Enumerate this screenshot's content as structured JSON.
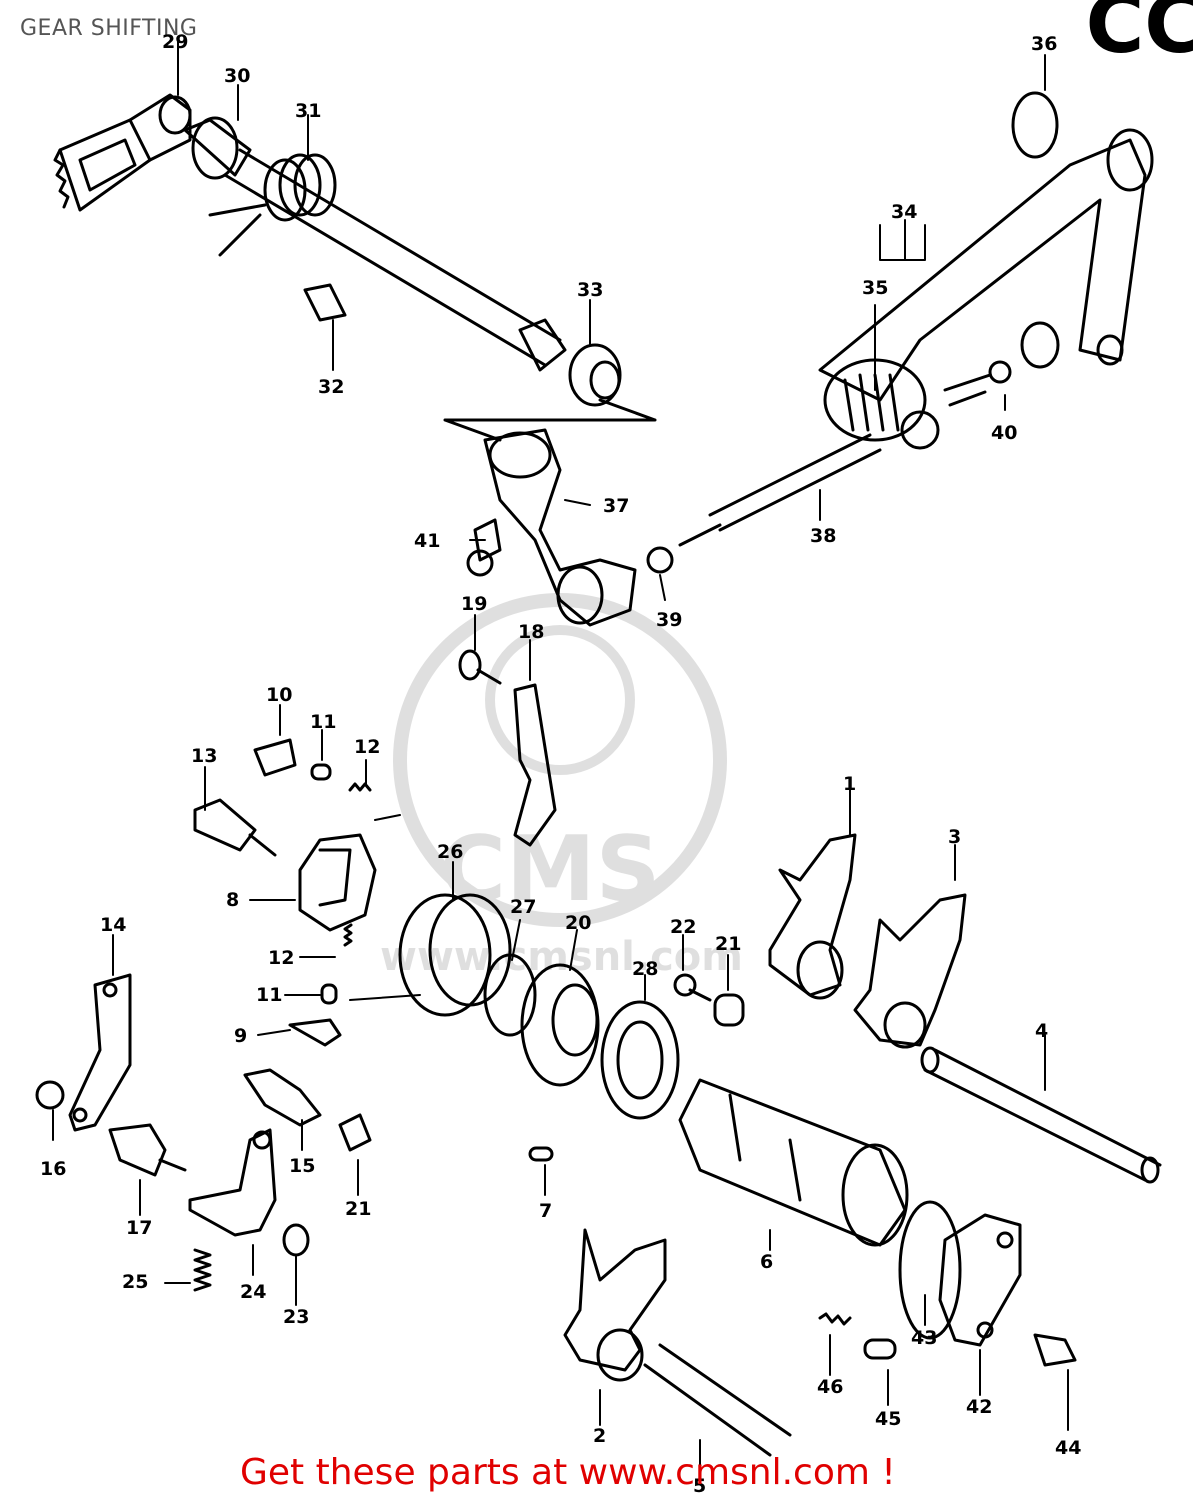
{
  "page": {
    "title": "GEAR SHIFTING",
    "corner_mark": "CC"
  },
  "watermark": {
    "logo_text": "CMS",
    "url_text": "www.cmsnl.com"
  },
  "footer": {
    "link_text": "Get these parts at www.cmsnl.com !",
    "link_color": "#e00000"
  },
  "parts": [
    "1",
    "2",
    "3",
    "4",
    "5",
    "6",
    "7",
    "8",
    "9",
    "10",
    "11",
    "12",
    "13",
    "14",
    "15",
    "16",
    "17",
    "18",
    "19",
    "20",
    "21",
    "22",
    "23",
    "24",
    "25",
    "26",
    "27",
    "28",
    "29",
    "30",
    "31",
    "32",
    "33",
    "34",
    "35",
    "36",
    "37",
    "38",
    "39",
    "40",
    "41",
    "42",
    "43",
    "44",
    "45",
    "46"
  ],
  "callouts": [
    {
      "id": "29",
      "label": "29"
    },
    {
      "id": "30",
      "label": "30"
    },
    {
      "id": "31",
      "label": "31"
    },
    {
      "id": "36",
      "label": "36"
    },
    {
      "id": "34",
      "label": "34"
    },
    {
      "id": "35",
      "label": "35"
    },
    {
      "id": "33",
      "label": "33"
    },
    {
      "id": "32",
      "label": "32"
    },
    {
      "id": "40",
      "label": "40"
    },
    {
      "id": "37",
      "label": "37"
    },
    {
      "id": "41",
      "label": "41"
    },
    {
      "id": "38",
      "label": "38"
    },
    {
      "id": "39",
      "label": "39"
    },
    {
      "id": "19",
      "label": "19"
    },
    {
      "id": "18",
      "label": "18"
    },
    {
      "id": "10",
      "label": "10"
    },
    {
      "id": "11a",
      "label": "11"
    },
    {
      "id": "12a",
      "label": "12"
    },
    {
      "id": "13",
      "label": "13"
    },
    {
      "id": "1",
      "label": "1"
    },
    {
      "id": "3",
      "label": "3"
    },
    {
      "id": "26",
      "label": "26"
    },
    {
      "id": "8",
      "label": "8"
    },
    {
      "id": "27",
      "label": "27"
    },
    {
      "id": "20",
      "label": "20"
    },
    {
      "id": "22",
      "label": "22"
    },
    {
      "id": "21a",
      "label": "21"
    },
    {
      "id": "28",
      "label": "28"
    },
    {
      "id": "14",
      "label": "14"
    },
    {
      "id": "12b",
      "label": "12"
    },
    {
      "id": "11b",
      "label": "11"
    },
    {
      "id": "9",
      "label": "9"
    },
    {
      "id": "4",
      "label": "4"
    },
    {
      "id": "16",
      "label": "16"
    },
    {
      "id": "15",
      "label": "15"
    },
    {
      "id": "21b",
      "label": "21"
    },
    {
      "id": "7",
      "label": "7"
    },
    {
      "id": "17",
      "label": "17"
    },
    {
      "id": "6",
      "label": "6"
    },
    {
      "id": "25",
      "label": "25"
    },
    {
      "id": "24",
      "label": "24"
    },
    {
      "id": "23",
      "label": "23"
    },
    {
      "id": "43",
      "label": "43"
    },
    {
      "id": "42",
      "label": "42"
    },
    {
      "id": "46",
      "label": "46"
    },
    {
      "id": "45",
      "label": "45"
    },
    {
      "id": "2",
      "label": "2"
    },
    {
      "id": "44",
      "label": "44"
    },
    {
      "id": "5",
      "label": "5"
    }
  ]
}
